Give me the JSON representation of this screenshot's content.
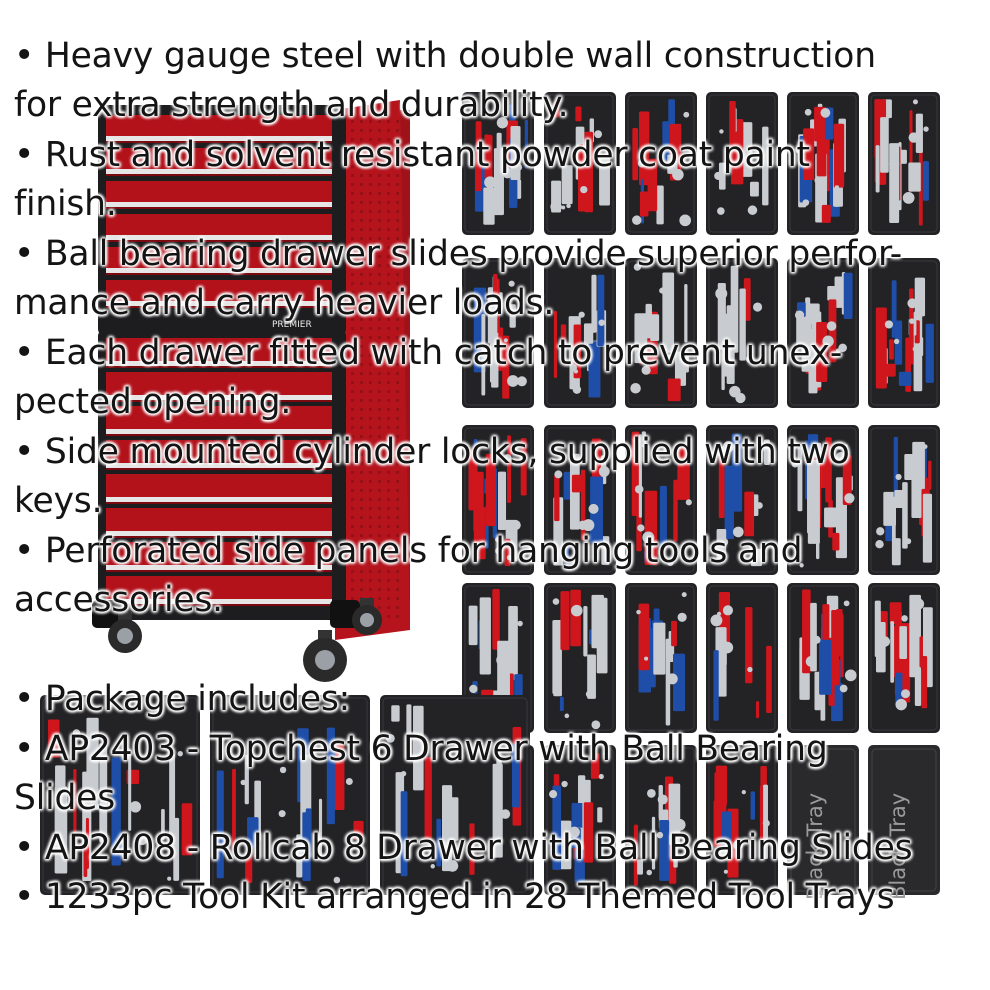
{
  "colors": {
    "cabinet_red": "#b3121b",
    "cabinet_black": "#1d1d1f",
    "tray_black": "#232326",
    "tool_red": "#d0161d",
    "tool_chrome": "#c8ccd0",
    "tool_blue": "#1f4ea8",
    "text": "#141414"
  },
  "cabinet": {
    "badge": "PREMIER"
  },
  "trays": {
    "label_a": "Black Tray",
    "label_b": "Black Tray"
  },
  "text_lines": [
    "• Heavy gauge steel with double wall construction",
    "for extra strength and durability.",
    "• Rust and solvent resistant powder coat paint",
    "finish.",
    "• Ball bearing drawer slides provide superior perfor-",
    "mance and carry heavier loads.",
    "• Each drawer fitted with catch to prevent unex-",
    "pected opening.",
    "• Side mounted cylinder locks, supplied with two",
    "keys.",
    "• Perforated side panels for hanging tools and",
    "accessories.",
    "",
    "• Package includes:",
    "• AP2403 - Topchest 6 Drawer with Ball Bearing",
    "Slides",
    "• AP2408 - Rollcab 8 Drawer with Ball Bearing Slides",
    "• 1233pc Tool Kit arranged in 28 Themed Tool Trays"
  ]
}
